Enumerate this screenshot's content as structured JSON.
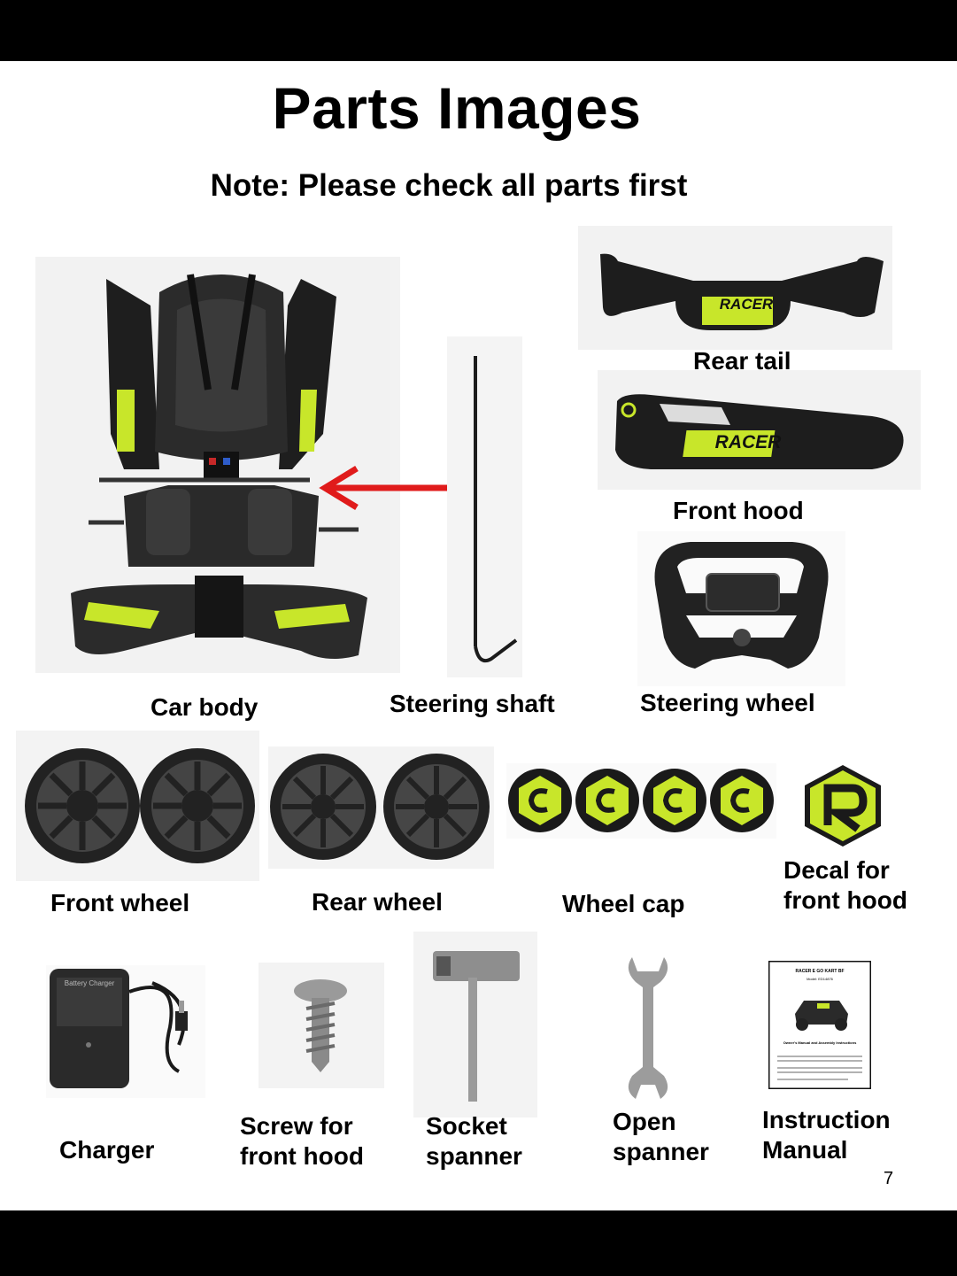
{
  "title": "Parts Images",
  "subtitle": "Note: Please check all parts first",
  "parts": {
    "car_body": "Car body",
    "steering_shaft": "Steering shaft",
    "steering_wheel": "Steering wheel",
    "rear_tail": "Rear tail",
    "front_hood": "Front hood",
    "front_wheel": "Front wheel",
    "rear_wheel": "Rear wheel",
    "wheel_cap": "Wheel cap",
    "decal_line1": "Decal for",
    "decal_line2": "front hood",
    "charger": "Charger",
    "screw_line1": "Screw for",
    "screw_line2": "front hood",
    "socket_line1": "Socket",
    "socket_line2": "spanner",
    "open_line1": "Open",
    "open_line2": "spanner",
    "manual_line1": "Instruction",
    "manual_line2": "Manual"
  },
  "badge_text": "RACER",
  "manual_cover": {
    "heading": "RACER E GO KART BF",
    "model": "Model: ED14876",
    "body_title": "Owner's Manual and Assembly Instructions"
  },
  "charger_label": "Battery Charger",
  "page_number": "7",
  "colors": {
    "accent": "#c8e62a",
    "dark": "#1e1e1e",
    "arrow": "#e01b1b"
  }
}
